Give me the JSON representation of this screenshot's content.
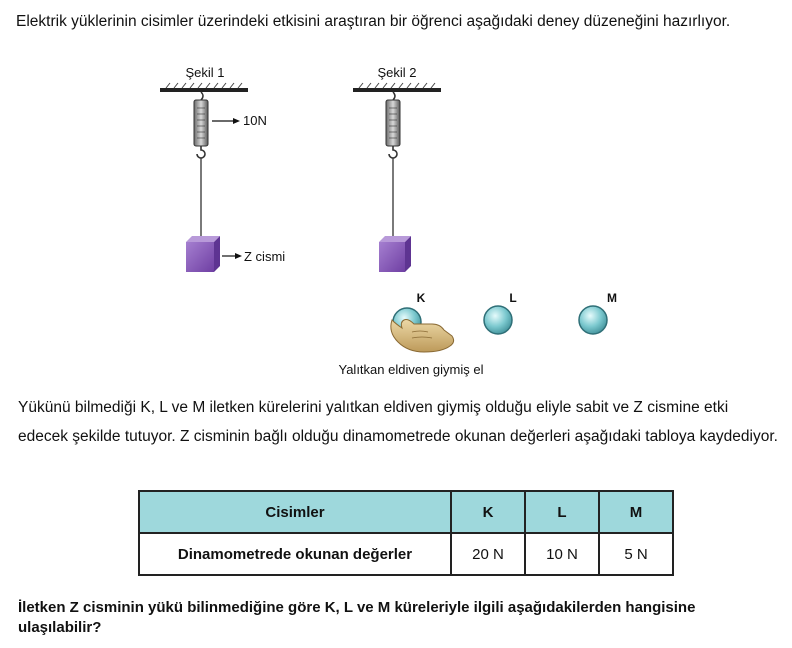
{
  "intro": "Elektrik yüklerinin cisimler üzerindeki etkisini araştıran bir öğrenci aşağıdaki deney düzeneğini hazırlıyor.",
  "figure": {
    "fig1_title": "Şekil 1",
    "fig2_title": "Şekil 2",
    "force_label": "10N",
    "object_label": "Z cismi",
    "sphere_k": "K",
    "sphere_l": "L",
    "sphere_m": "M",
    "glove_caption": "Yalıtkan eldiven giymiş el"
  },
  "paragraph": "Yükünü bilmediği K, L ve M iletken kürelerini yalıtkan eldiven giymiş olduğu eliyle sabit ve Z cismine etki edecek şekilde tutuyor. Z cisminin bağlı olduğu dinamometrede okunan değerleri aşağıdaki tabloya kaydediyor.",
  "table": {
    "header": [
      "Cisimler",
      "K",
      "L",
      "M"
    ],
    "row": [
      "Dinamometrede okunan değerler",
      "20 N",
      "10 N",
      "5 N"
    ]
  },
  "question": "İletken Z cisminin yükü bilinmediğine göre K, L ve M küreleriyle ilgili aşağıdakilerden hangisine ulaşılabilir?",
  "colors": {
    "header_fill": "#9ed8dc",
    "cube": "#8a5cb8",
    "sphere": "#7cc9cf",
    "glove": "#d9bf86"
  }
}
